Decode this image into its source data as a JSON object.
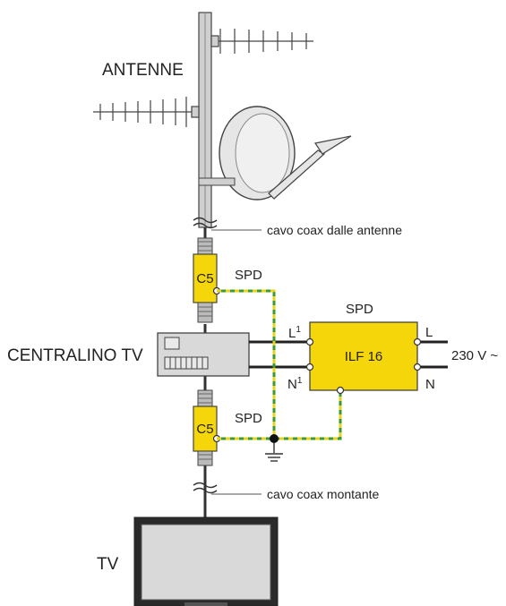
{
  "labels": {
    "antennas": "ANTENNE",
    "cable_from_antennas": "cavo coax dalle antenne",
    "spd_top": "SPD",
    "spd_right": "SPD",
    "spd_bottom": "SPD",
    "c5_top": "C5",
    "c5_bottom": "C5",
    "tv_headend": "CENTRALINO TV",
    "ilf": "ILF 16",
    "l1": "L",
    "l1_sup": "1",
    "n1": "N",
    "n1_sup": "1",
    "l_out": "L",
    "n_out": "N",
    "voltage": "230 V ~",
    "riser_cable": "cavo coax montante",
    "tv": "TV"
  },
  "colors": {
    "spd_yellow": "#f5d60a",
    "earth_green": "#3a9a3a",
    "earth_yellow": "#e9d21a",
    "device_grey": "#d9d9d9",
    "line_dark": "#333333"
  }
}
